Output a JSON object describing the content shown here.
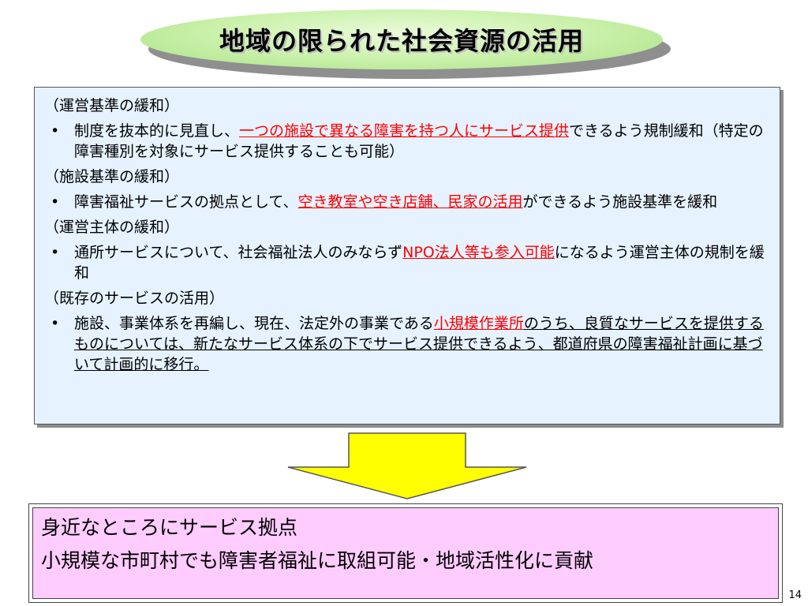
{
  "title": "地域の限られた社会資源の活用",
  "sections": [
    {
      "heading": "（運営基準の緩和）",
      "bullet": "•",
      "pre": "制度を抜本的に見直し、",
      "highlight": "一つの施設で異なる障害を持つ人にサービス提供",
      "post": "できるよう規制緩和（特定の障害種別を対象にサービス提供することも可能）"
    },
    {
      "heading": "（施設基準の緩和）",
      "bullet": "•",
      "pre": "障害福祉サービスの拠点として、",
      "highlight": "空き教室や空き店舗、民家の活用",
      "post": "ができるよう施設基準を緩和"
    },
    {
      "heading": "（運営主体の緩和）",
      "bullet": "•",
      "pre": "通所サービスについて、社会福祉法人のみならず",
      "highlight": "NPO法人等も参入可能",
      "post": "になるよう運営主体の規制を緩和"
    },
    {
      "heading": "（既存のサービスの活用）",
      "bullet": "•",
      "pre": "施設、事業体系を再編し、現在、法定外の事業である",
      "highlight": "小規模作業所",
      "post": "のうち、良質なサービスを提供するものについては、新たなサービス体系の下でサービス提供できるよう、都道府県の障害福祉計画に基づいて計画的に移行。"
    }
  ],
  "result": {
    "line1": "身近なところにサービス拠点",
    "line2": "小規模な市町村でも障害者福祉に取組可能・地域活性化に貢献"
  },
  "page_number": "14",
  "colors": {
    "title_oval": "#c8f0a8",
    "box_background": "#e6f2ff",
    "highlight": "#ff0000",
    "arrow": "#ffff00",
    "result_background": "#ffccff"
  }
}
